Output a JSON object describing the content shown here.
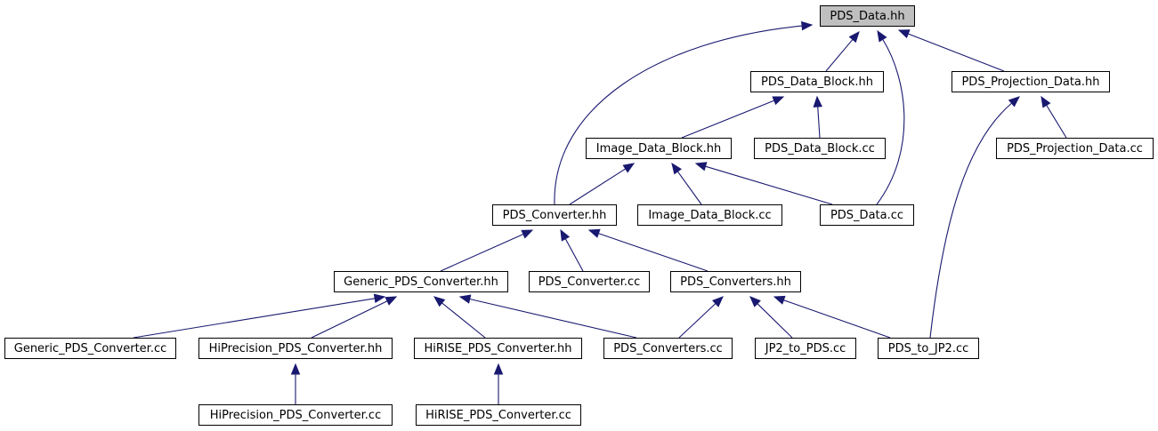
{
  "diagram": {
    "root": "PDS_Data.hh",
    "colors": {
      "edge": "#191970",
      "border": "#000000",
      "root_fill": "#bfbfbf",
      "node_fill": "#ffffff"
    },
    "nodes": [
      {
        "id": "pds-data-hh",
        "label": "PDS_Data.hh"
      },
      {
        "id": "pds-data-block-hh",
        "label": "PDS_Data_Block.hh"
      },
      {
        "id": "pds-projection-data-hh",
        "label": "PDS_Projection_Data.hh"
      },
      {
        "id": "image-data-block-hh",
        "label": "Image_Data_Block.hh"
      },
      {
        "id": "pds-data-block-cc",
        "label": "PDS_Data_Block.cc"
      },
      {
        "id": "pds-projection-data-cc",
        "label": "PDS_Projection_Data.cc"
      },
      {
        "id": "pds-converter-hh",
        "label": "PDS_Converter.hh"
      },
      {
        "id": "image-data-block-cc",
        "label": "Image_Data_Block.cc"
      },
      {
        "id": "pds-data-cc",
        "label": "PDS_Data.cc"
      },
      {
        "id": "generic-pds-converter-hh",
        "label": "Generic_PDS_Converter.hh"
      },
      {
        "id": "pds-converter-cc",
        "label": "PDS_Converter.cc"
      },
      {
        "id": "pds-converters-hh",
        "label": "PDS_Converters.hh"
      },
      {
        "id": "generic-pds-converter-cc",
        "label": "Generic_PDS_Converter.cc"
      },
      {
        "id": "hiprecision-pds-converter-hh",
        "label": "HiPrecision_PDS_Converter.hh"
      },
      {
        "id": "hirise-pds-converter-hh",
        "label": "HiRISE_PDS_Converter.hh"
      },
      {
        "id": "pds-converters-cc",
        "label": "PDS_Converters.cc"
      },
      {
        "id": "jp2-to-pds-cc",
        "label": "JP2_to_PDS.cc"
      },
      {
        "id": "pds-to-jp2-cc",
        "label": "PDS_to_JP2.cc"
      },
      {
        "id": "hiprecision-pds-converter-cc",
        "label": "HiPrecision_PDS_Converter.cc"
      },
      {
        "id": "hirise-pds-converter-cc",
        "label": "HiRISE_PDS_Converter.cc"
      }
    ],
    "edges": [
      {
        "from": "pds-data-block-hh",
        "to": "pds-data-hh"
      },
      {
        "from": "pds-projection-data-hh",
        "to": "pds-data-hh"
      },
      {
        "from": "pds-converter-hh",
        "to": "pds-data-hh"
      },
      {
        "from": "pds-data-cc",
        "to": "pds-data-hh"
      },
      {
        "from": "image-data-block-hh",
        "to": "pds-data-block-hh"
      },
      {
        "from": "pds-data-block-cc",
        "to": "pds-data-block-hh"
      },
      {
        "from": "pds-projection-data-cc",
        "to": "pds-projection-data-hh"
      },
      {
        "from": "pds-to-jp2-cc",
        "to": "pds-projection-data-hh"
      },
      {
        "from": "pds-converter-hh",
        "to": "image-data-block-hh"
      },
      {
        "from": "image-data-block-cc",
        "to": "image-data-block-hh"
      },
      {
        "from": "pds-data-cc",
        "to": "image-data-block-hh"
      },
      {
        "from": "generic-pds-converter-hh",
        "to": "pds-converter-hh"
      },
      {
        "from": "pds-converter-cc",
        "to": "pds-converter-hh"
      },
      {
        "from": "pds-converters-hh",
        "to": "pds-converter-hh"
      },
      {
        "from": "generic-pds-converter-cc",
        "to": "generic-pds-converter-hh"
      },
      {
        "from": "hiprecision-pds-converter-hh",
        "to": "generic-pds-converter-hh"
      },
      {
        "from": "hirise-pds-converter-hh",
        "to": "generic-pds-converter-hh"
      },
      {
        "from": "pds-converters-cc",
        "to": "generic-pds-converter-hh"
      },
      {
        "from": "pds-converters-cc",
        "to": "pds-converters-hh"
      },
      {
        "from": "jp2-to-pds-cc",
        "to": "pds-converters-hh"
      },
      {
        "from": "pds-to-jp2-cc",
        "to": "pds-converters-hh"
      },
      {
        "from": "hiprecision-pds-converter-cc",
        "to": "hiprecision-pds-converter-hh"
      },
      {
        "from": "hirise-pds-converter-cc",
        "to": "hirise-pds-converter-hh"
      }
    ]
  }
}
